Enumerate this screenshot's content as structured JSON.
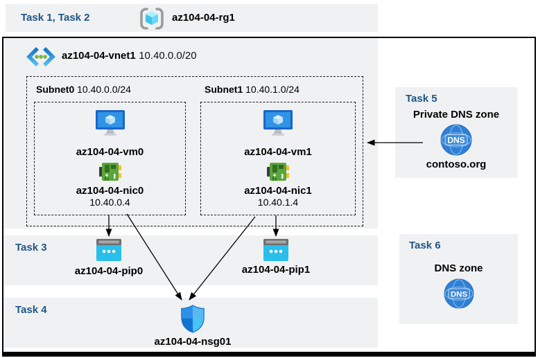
{
  "colors": {
    "accent_blue": "#1d5687",
    "panel_bg": "#f0f1f2",
    "dns_blue": "#2e80d4",
    "arrow": "#000000"
  },
  "header": {
    "tasks": "Task 1, Task 2",
    "resource_group": "az104-04-rg1"
  },
  "vnet": {
    "name": "az104-04-vnet1",
    "cidr": "10.40.0.0/20",
    "subnets": [
      {
        "name": "Subnet0",
        "cidr": "10.40.0.0/24",
        "vm": "az104-04-vm0",
        "nic": "az104-04-nic0",
        "nic_ip": "10.40.0.4"
      },
      {
        "name": "Subnet1",
        "cidr": "10.40.1.0/24",
        "vm": "az104-04-vm1",
        "nic": "az104-04-nic1",
        "nic_ip": "10.40.1.4"
      }
    ]
  },
  "task3": {
    "label": "Task 3",
    "pips": [
      "az104-04-pip0",
      "az104-04-pip1"
    ]
  },
  "task4": {
    "label": "Task 4",
    "nsg": "az104-04-nsg01"
  },
  "task5": {
    "label": "Task 5",
    "title": "Private DNS zone",
    "zone": "contoso.org",
    "dns_icon_text": "DNS"
  },
  "task6": {
    "label": "Task 6",
    "title": "DNS zone",
    "dns_icon_text": "DNS"
  }
}
